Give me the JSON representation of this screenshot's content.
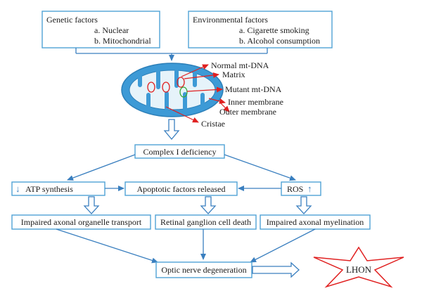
{
  "factors": {
    "genetic": {
      "title": "Genetic factors",
      "item_a": "a. Nuclear",
      "item_b": "b. Mitochondrial"
    },
    "environmental": {
      "title": "Environmental factors",
      "item_a": "a. Cigarette smoking",
      "item_b": "b. Alcohol consumption"
    }
  },
  "mito_labels": {
    "normal_mtdna": "Normal mt-DNA",
    "matrix": "Matrix",
    "mutant_mtdna": "Mutant mt-DNA",
    "inner_membrane": "Inner membrane",
    "outer_membrane": "Outer membrane",
    "cristae": "Cristae"
  },
  "nodes": {
    "complex_i": "Complex I deficiency",
    "atp_prefix": "↓",
    "atp": "ATP synthesis",
    "apoptotic": "Apoptotic factors released",
    "ros": "ROS",
    "ros_suffix": "↑",
    "axonal_transport": "Impaired axonal organelle transport",
    "rgc_death": "Retinal ganglion cell death",
    "myelination": "Impaired axonal myelination",
    "optic_nerve": "Optic nerve degeneration",
    "lhon": "LHON"
  },
  "colors": {
    "box_border": "#4fa3d6",
    "arrow_blue": "#3a7fbf",
    "mito_outer": "#3d9ad6",
    "mito_inner": "#e6f3fa",
    "crista": "#3d9ad6",
    "red": "#e02020",
    "green": "#3aa93a",
    "text": "#1a1a1a"
  }
}
